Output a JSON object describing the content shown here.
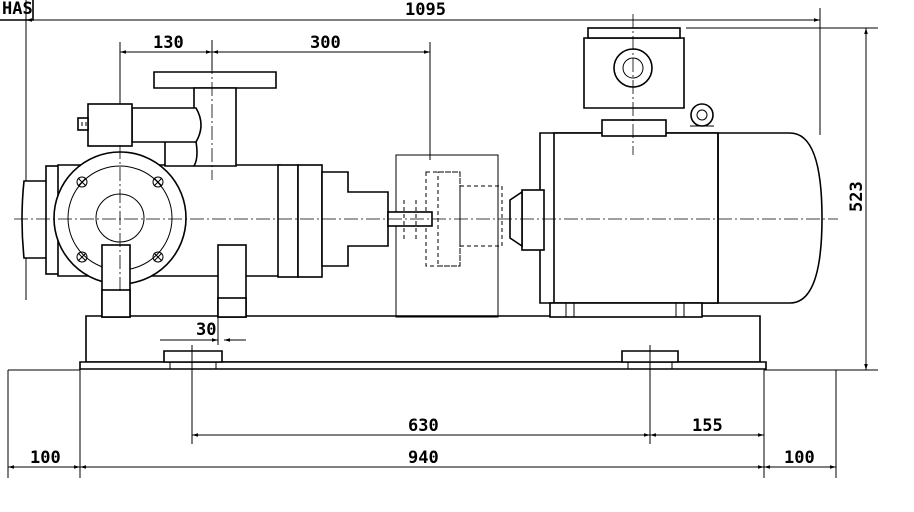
{
  "drawing": {
    "corner_label": "HAS",
    "dimensions": {
      "overall_length": "1095",
      "height": "523",
      "inlet_offset": "130",
      "flange_to_coupling": "300",
      "foot_width": "30",
      "bolt_span": "630",
      "bolt_to_end": "155",
      "base_length": "940",
      "left_clearance": "100",
      "right_clearance": "100"
    }
  }
}
